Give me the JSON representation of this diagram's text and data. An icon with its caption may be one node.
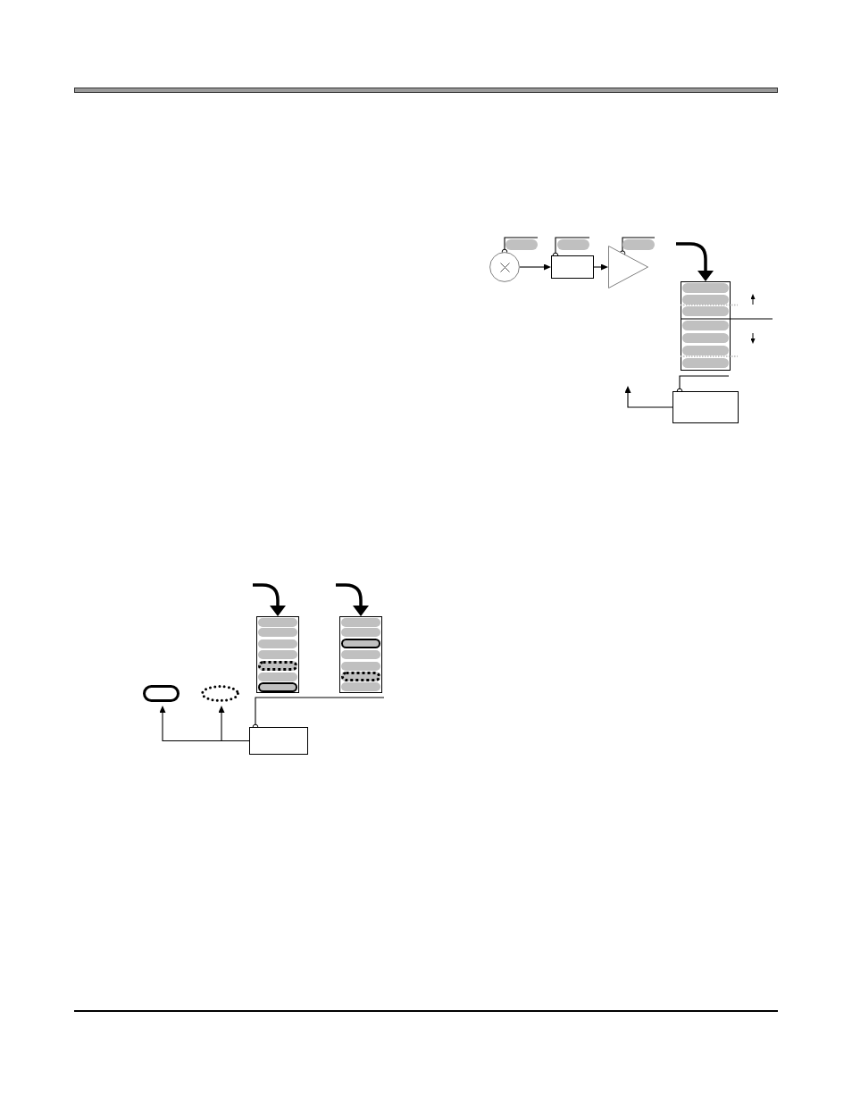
{
  "diagram": {
    "nodes": [
      {
        "text": [],
        "shape": "circle"
      },
      {
        "text": [],
        "shape": "pill"
      },
      {
        "text": [],
        "shape": "box"
      },
      {
        "text": [],
        "shape": "pill"
      },
      {
        "text": [],
        "shape": "triangle"
      },
      {
        "text": [],
        "shape": "pill"
      },
      {
        "text": [],
        "shape": "box"
      },
      {
        "text": [],
        "shape": "pill",
        "in": 6
      },
      {
        "text": [],
        "shape": "pill",
        "in": 6
      },
      {
        "text": [],
        "shape": "pill",
        "in": 6
      },
      {
        "text": [],
        "shape": "pill",
        "in": 6
      },
      {
        "text": [],
        "shape": "pill",
        "in": 6
      },
      {
        "text": [],
        "shape": "pill",
        "in": 6
      },
      {
        "text": [],
        "shape": "pill",
        "in": 6
      },
      {
        "text": [],
        "shape": "box"
      },
      {
        "text": [],
        "shape": "box"
      },
      {
        "text": [],
        "shape": "pill",
        "in": 15
      },
      {
        "text": [],
        "shape": "pill",
        "in": 15
      },
      {
        "text": [],
        "shape": "pill",
        "in": 15
      },
      {
        "text": [],
        "shape": "pill",
        "in": 15
      },
      {
        "text": [],
        "shape": "pill",
        "in": 15
      },
      {
        "text": [],
        "shape": "pill",
        "in": 15
      },
      {
        "text": [],
        "shape": "pill",
        "in": 15
      },
      {
        "text": [],
        "shape": "box"
      },
      {
        "text": [],
        "shape": "pill",
        "in": 23
      },
      {
        "text": [],
        "shape": "pill",
        "in": 23
      },
      {
        "text": [],
        "shape": "pill",
        "in": 23
      },
      {
        "text": [],
        "shape": "pill",
        "in": 23
      },
      {
        "text": [],
        "shape": "pill",
        "in": 23
      },
      {
        "text": [],
        "shape": "pill",
        "in": 23
      },
      {
        "text": [],
        "shape": "pill",
        "in": 23
      },
      {
        "text": [],
        "shape": "pill"
      },
      {
        "text": [],
        "shape": "ellipse"
      },
      {
        "text": [],
        "shape": "box"
      }
    ],
    "edges": [
      {
        "from": 0,
        "to": 1,
        "arrow": "other"
      },
      {
        "from": 2,
        "to": 3,
        "arrow": "other"
      },
      {
        "from": 4,
        "to": 5,
        "arrow": "other"
      },
      {
        "from": 0,
        "to": 2,
        "arrow": "to"
      },
      {
        "from": 2,
        "to": 4,
        "arrow": "to"
      },
      {
        "from": null,
        "to": 6,
        "arrow": "to",
        "style": "thick"
      },
      {
        "from": 14,
        "to": 6,
        "arrow": "other"
      },
      {
        "from": 14,
        "to": null,
        "arrow": "to"
      },
      {
        "from": null,
        "to": 15,
        "arrow": "to",
        "style": "thick"
      },
      {
        "from": null,
        "to": 23,
        "arrow": "to",
        "style": "thick"
      },
      {
        "from": 33,
        "to": 31,
        "arrow": "to"
      },
      {
        "from": 33,
        "to": 32,
        "arrow": "to"
      },
      {
        "from": 33,
        "to": 23,
        "arrow": "other"
      }
    ]
  }
}
